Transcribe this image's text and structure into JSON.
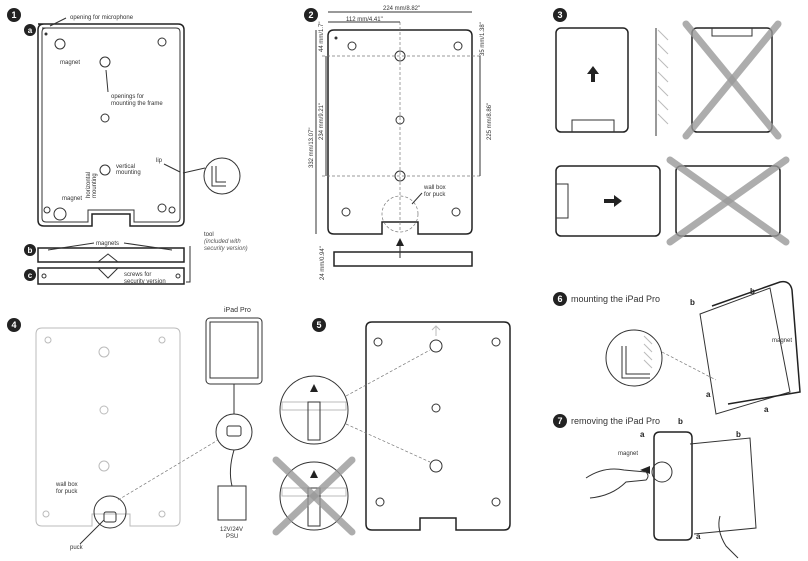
{
  "steps": {
    "s1": "1",
    "s2": "2",
    "s3": "3",
    "s4": "4",
    "s5": "5",
    "s6": "6",
    "s7": "7"
  },
  "panel1": {
    "label_a": "a",
    "label_b": "b",
    "label_c": "c",
    "mic": "opening for microphone",
    "magnet_top": "magnet",
    "openings_1": "openings for",
    "openings_2": "mounting the frame",
    "vertical_1": "vertical",
    "vertical_2": "mounting",
    "horizontal_1": "horizontal",
    "horizontal_2": "mounting",
    "lip": "lip",
    "magnet_bottom": "magnet",
    "magnets": "magnets",
    "screws_1": "screws for",
    "screws_2": "security version",
    "tool": "tool",
    "tool_note_1": "(included with",
    "tool_note_2": "security version)"
  },
  "panel2": {
    "dim_width": "224 mm/8.82\"",
    "dim_half": "112 mm/4.41\"",
    "dim_top_left": "44 mm/1.7\"",
    "dim_top_right": "35 mm/1.38\"",
    "dim_height": "332 mm/13.07\"",
    "dim_mid_left": "234 mm/9.21\"",
    "dim_mid_right": "225 mm/8.86\"",
    "dim_bottom": "24 mm/0.94\"",
    "wall_box_1": "wall box",
    "wall_box_2": "for puck"
  },
  "panel4": {
    "ipad": "iPad Pro",
    "wall_box_1": "wall box",
    "wall_box_2": "for puck",
    "puck": "puck",
    "psu_1": "12V/24V",
    "psu_2": "PSU"
  },
  "panel6": {
    "title": "mounting the iPad Pro",
    "label_b1": "b",
    "label_b2": "b",
    "magnet": "magnet",
    "label_a1": "a",
    "label_a2": "a"
  },
  "panel7": {
    "title": "removing the iPad Pro",
    "label_a_top": "a",
    "label_b1": "b",
    "label_b2": "b",
    "magnet": "magnet",
    "label_a_bottom": "a"
  }
}
